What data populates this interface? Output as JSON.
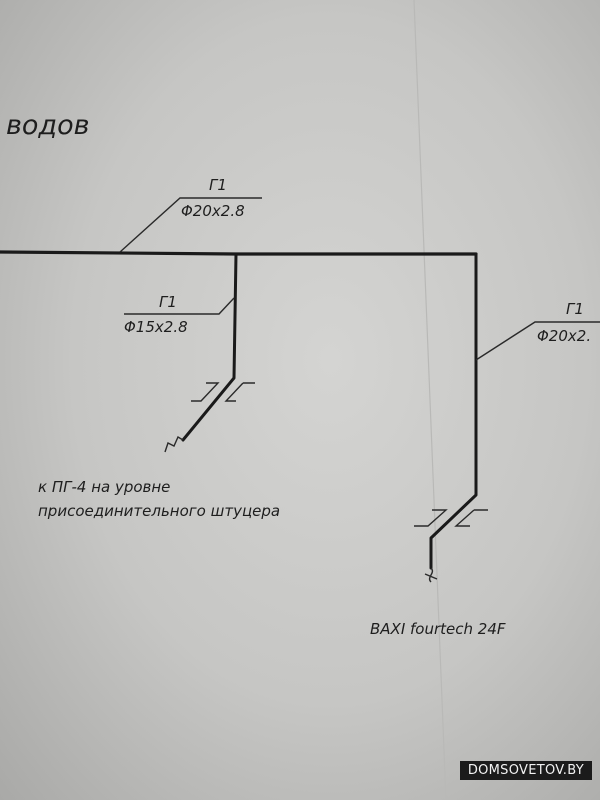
{
  "sheet": {
    "heading": "водов",
    "watermark": "DOMSOVETOV.BY"
  },
  "labels": {
    "main_top": {
      "code": "Г1",
      "size": "Φ20x2.8"
    },
    "branch_left": {
      "code": "Г1",
      "size": "Φ15x2.8"
    },
    "branch_right": {
      "code": "Г1",
      "size": "Φ20x2."
    }
  },
  "notes": {
    "left_line1": "к ПГ-4 на уровне",
    "left_line2": "присоединительного штуцера",
    "right": "BAXI fourtech 24F"
  }
}
